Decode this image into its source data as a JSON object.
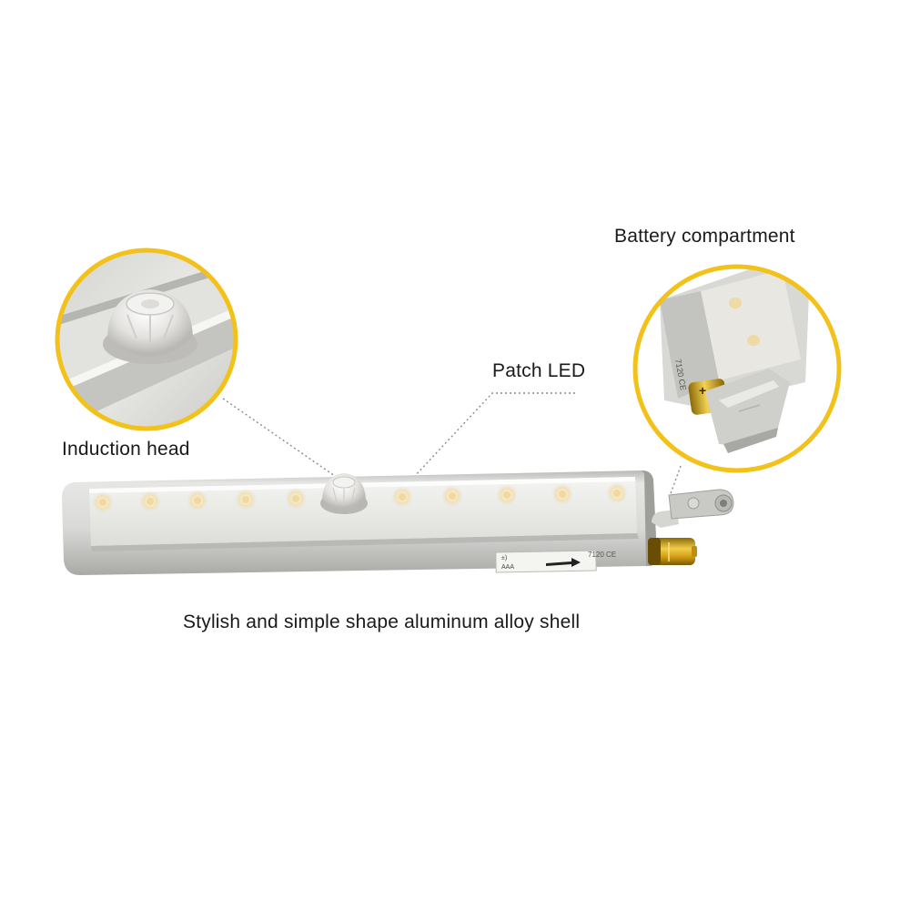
{
  "labels": {
    "induction_head": "Induction head",
    "patch_led": "Patch LED",
    "battery_compartment": "Battery compartment",
    "shell_caption": "Stylish and simple shape aluminum alloy shell"
  },
  "device_print": {
    "model_mark": "7120 CE",
    "sticker_line1": "±)",
    "sticker_line2": "AAA",
    "inset_side_mark": "7120 CE"
  },
  "colors": {
    "ring": "#f2c21a",
    "aluminum": "#cfd0ce",
    "led": "#f3e6c6",
    "battery_gold": "#d6a418",
    "leader": "#8a8a8a"
  }
}
